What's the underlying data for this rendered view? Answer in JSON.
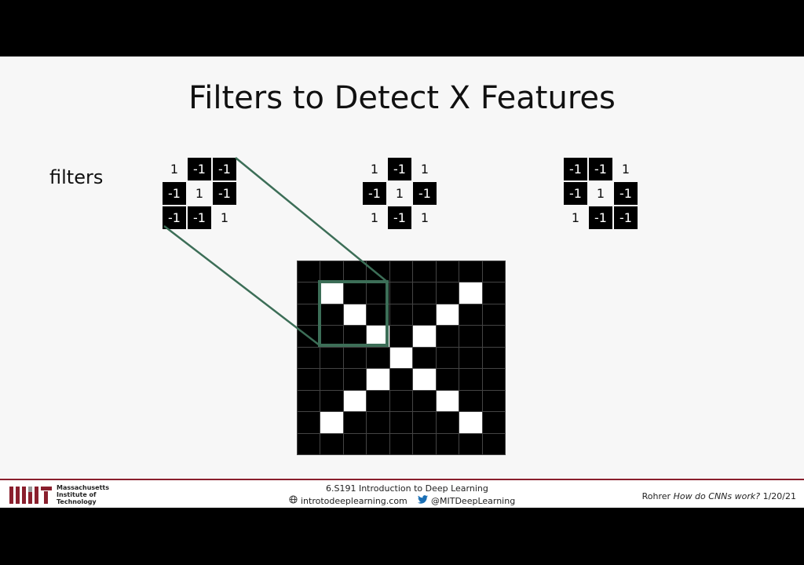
{
  "slide": {
    "title": "Filters to Detect X Features",
    "filters_label": "filters"
  },
  "filters": [
    [
      [
        1,
        -1,
        -1
      ],
      [
        -1,
        1,
        -1
      ],
      [
        -1,
        -1,
        1
      ]
    ],
    [
      [
        1,
        -1,
        1
      ],
      [
        -1,
        1,
        -1
      ],
      [
        1,
        -1,
        1
      ]
    ],
    [
      [
        -1,
        -1,
        1
      ],
      [
        -1,
        1,
        -1
      ],
      [
        1,
        -1,
        -1
      ]
    ]
  ],
  "image": {
    "rows": 9,
    "cols": 9,
    "white_cells": [
      [
        1,
        1
      ],
      [
        2,
        2
      ],
      [
        3,
        3
      ],
      [
        4,
        4
      ],
      [
        5,
        5
      ],
      [
        6,
        6
      ],
      [
        7,
        7
      ],
      [
        1,
        7
      ],
      [
        2,
        6
      ],
      [
        3,
        5
      ],
      [
        5,
        3
      ],
      [
        6,
        2
      ],
      [
        7,
        1
      ]
    ],
    "highlight_box": {
      "row": 1,
      "col": 1,
      "size": 3
    },
    "highlight_color": "#3c6e57"
  },
  "footer": {
    "institution_lines": [
      "Massachusetts",
      "Institute of",
      "Technology"
    ],
    "course": "6.S191 Introduction to Deep Learning",
    "website": "introtodeeplearning.com",
    "twitter": "@MITDeepLearning",
    "citation_author": "Rohrer",
    "citation_title": "How do CNNs work?",
    "citation_date": "1/20/21",
    "brand_color": "#8a1f2d"
  }
}
